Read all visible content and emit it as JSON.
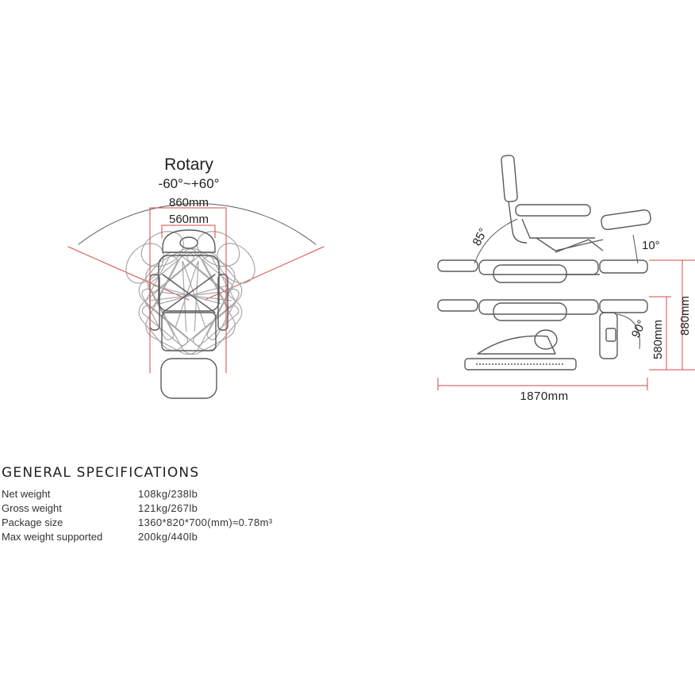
{
  "top_view": {
    "rotary_label": "Rotary",
    "rotary_range": "-60°~+60°",
    "outer_width": "860mm",
    "inner_width": "560mm"
  },
  "side_view": {
    "backrest_angle": "85°",
    "legrest_angle": "10°",
    "leg_angle": "90°",
    "total_height": "880mm",
    "seat_height": "580mm",
    "total_length": "1870mm"
  },
  "specs": {
    "title": "GENERAL SPECIFICATIONS",
    "rows": [
      {
        "label": "Net weight",
        "value": "108kg/238lb"
      },
      {
        "label": "Gross weight",
        "value": "121kg/267lb"
      },
      {
        "label": "Package size",
        "value": "1360*820*700(mm)≈0.78m³"
      },
      {
        "label": "Max weight supported",
        "value": "200kg/440lb"
      }
    ]
  },
  "colors": {
    "outline": "#5a5a5a",
    "ghost": "#a8a8a8",
    "guide_red": "#d64a4a",
    "dim_line": "#555555"
  }
}
